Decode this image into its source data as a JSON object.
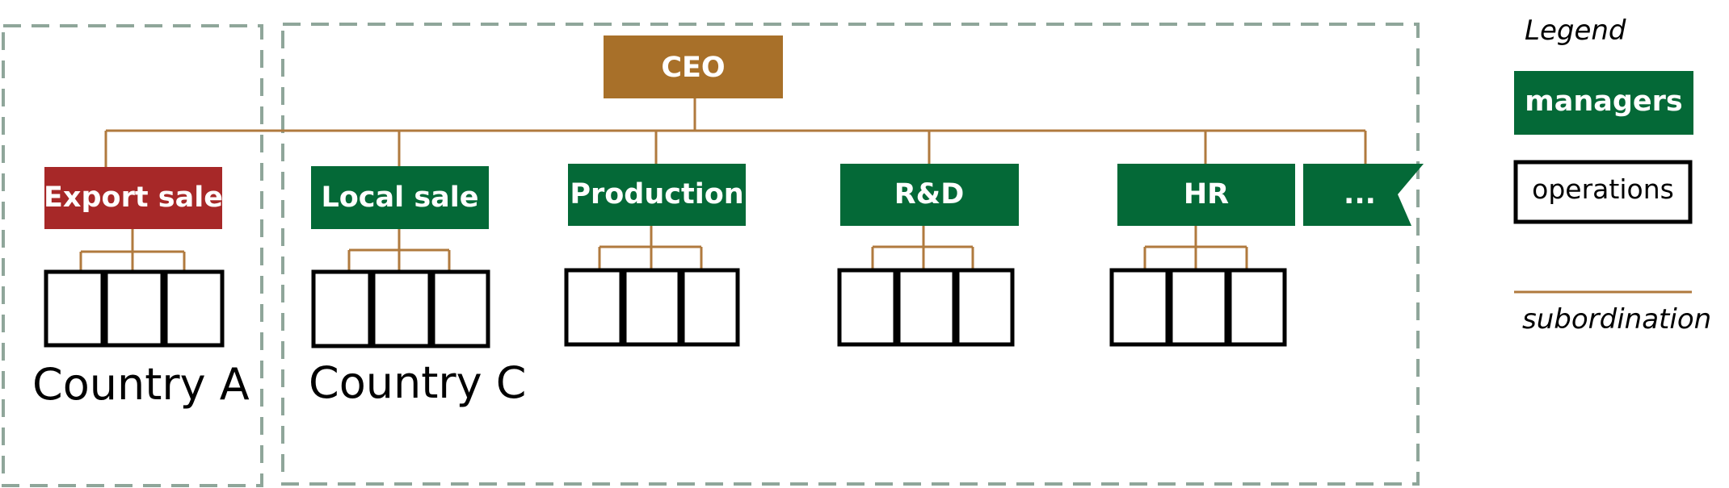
{
  "diagram": {
    "root": {
      "label": "CEO",
      "color": "#A87029"
    },
    "units": [
      {
        "id": "export-sale",
        "label": "Export sale",
        "color": "#A72828"
      },
      {
        "id": "local-sale",
        "label": "Local sale",
        "color": "#046937"
      },
      {
        "id": "production",
        "label": "Production",
        "color": "#046937"
      },
      {
        "id": "r-and-d",
        "label": "R&D",
        "color": "#046937"
      },
      {
        "id": "hr",
        "label": "HR",
        "color": "#046937"
      },
      {
        "id": "more",
        "label": "...",
        "color": "#046937"
      }
    ],
    "regions": [
      {
        "id": "country-a",
        "label": "Country A"
      },
      {
        "id": "country-c",
        "label": "Country C"
      }
    ],
    "connector_color": "#B07A3E",
    "region_border_color": "#8FA69A"
  },
  "legend": {
    "title": "Legend",
    "managers_label": "managers",
    "managers_color": "#046937",
    "operations_label": "operations",
    "subordination_label": "subordination"
  }
}
